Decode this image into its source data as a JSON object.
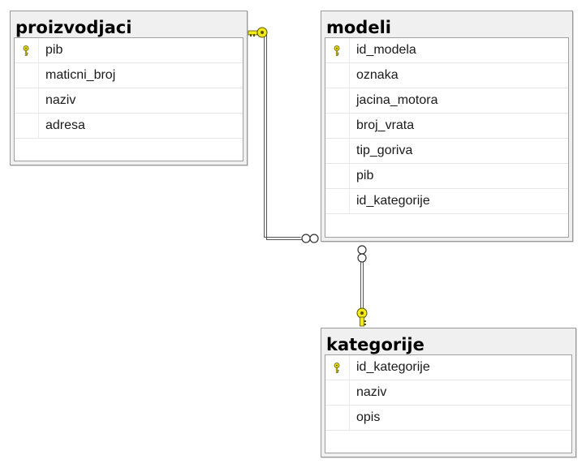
{
  "colors": {
    "key_fill": "#f4ea1a",
    "key_stroke": "#5a5400",
    "connector_stroke": "#555555"
  },
  "tables": {
    "proizvodjaci": {
      "title": "proizvodjaci",
      "columns": [
        {
          "name": "pib",
          "primary_key": true
        },
        {
          "name": "maticni_broj",
          "primary_key": false
        },
        {
          "name": "naziv",
          "primary_key": false
        },
        {
          "name": "adresa",
          "primary_key": false
        }
      ]
    },
    "modeli": {
      "title": "modeli",
      "columns": [
        {
          "name": "id_modela",
          "primary_key": true
        },
        {
          "name": "oznaka",
          "primary_key": false
        },
        {
          "name": "jacina_motora",
          "primary_key": false
        },
        {
          "name": "broj_vrata",
          "primary_key": false
        },
        {
          "name": "tip_goriva",
          "primary_key": false
        },
        {
          "name": "pib",
          "primary_key": false
        },
        {
          "name": "id_kategorije",
          "primary_key": false
        }
      ]
    },
    "kategorije": {
      "title": "kategorije",
      "columns": [
        {
          "name": "id_kategorije",
          "primary_key": true
        },
        {
          "name": "naziv",
          "primary_key": false
        },
        {
          "name": "opis",
          "primary_key": false
        }
      ]
    }
  },
  "relationships": [
    {
      "from_table": "proizvodjaci",
      "to_table": "modeli",
      "one_end": "key",
      "many_end": "infinity"
    },
    {
      "from_table": "kategorije",
      "to_table": "modeli",
      "one_end": "key",
      "many_end": "infinity"
    }
  ]
}
